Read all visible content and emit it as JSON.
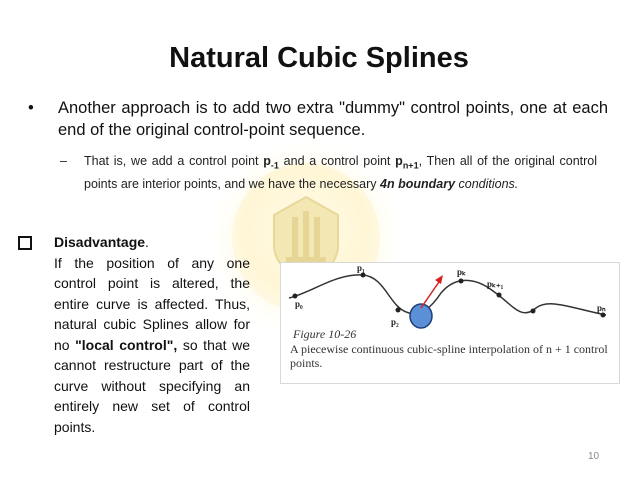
{
  "title": "Natural Cubic  Splines",
  "bullet1": {
    "marker": "•",
    "text": "Another approach is to add two extra \"dummy\" control points, one at each end of the original control-point sequence."
  },
  "sub1": {
    "marker": "–",
    "part1": "That is, we add a control point ",
    "p_minus1_base": "p",
    "p_minus1_sub": "-1",
    "part2": " and a control point ",
    "pn1_base": "p",
    "pn1_sub": "n+1",
    "part3": ", Then all of the original control points are interior points, and we have the necessary ",
    "emph": "4n boundary",
    "part4": " ",
    "emph2": "conditions."
  },
  "disadvantage": {
    "heading": "Disadvantage",
    "heading_suffix": ".",
    "body1": "If the position of any one control point is altered, the entire curve is affected. Thus, natural cubic Splines allow for no ",
    "body_bold": "\"local control\",",
    "body2": " so that we cannot restructure part of the curve without specifying an entirely new set of control points."
  },
  "figure": {
    "point_labels": {
      "p0": "p₀",
      "p1": "p₁",
      "p2": "p₂",
      "pk": "pₖ",
      "pk1": "pₖ₊₁",
      "pn": "pₙ"
    },
    "label": "Figure 10-26",
    "caption": "A piecewise continuous cubic-spline interpolation of n + 1 control points."
  },
  "colors": {
    "highlight_fill": "#5b8fd6",
    "highlight_stroke": "#1f3f7a",
    "arrow": "#d62020"
  },
  "page_number": "10"
}
